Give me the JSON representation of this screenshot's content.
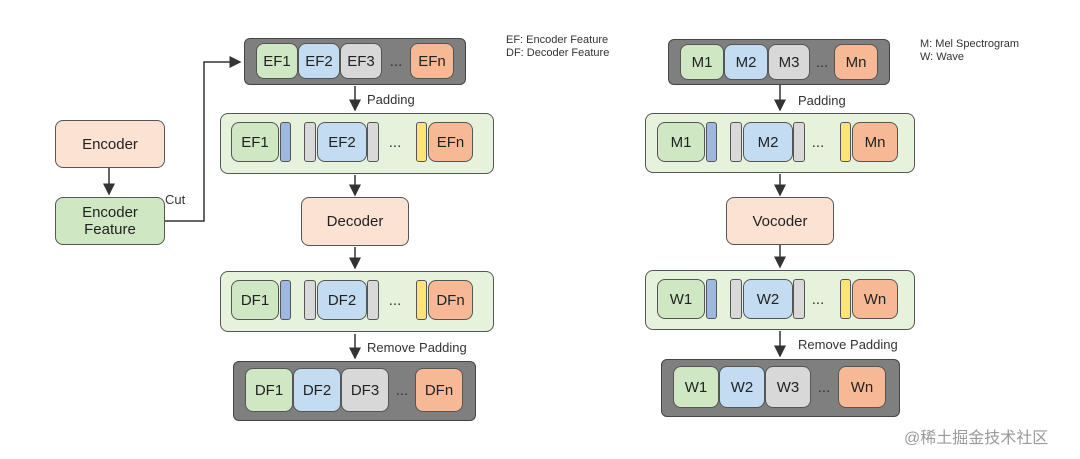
{
  "left": {
    "encoder": "Encoder",
    "encoder_feature": "Encoder\nFeature",
    "cut": "Cut",
    "ef_row": [
      "EF1",
      "EF2",
      "EF3",
      "...",
      "EFn"
    ],
    "padding_label": "Padding",
    "ef_padded": [
      "EF1",
      "EF2",
      "...",
      "EFn"
    ],
    "decoder": "Decoder",
    "df_padded": [
      "DF1",
      "DF2",
      "...",
      "DFn"
    ],
    "remove_padding_label": "Remove Padding",
    "df_row": [
      "DF1",
      "DF2",
      "DF3",
      "...",
      "DFn"
    ],
    "legend": [
      "EF:  Encoder Feature",
      "DF: Decoder Feature"
    ]
  },
  "right": {
    "m_row": [
      "M1",
      "M2",
      "M3",
      "...",
      "Mn"
    ],
    "padding_label": "Padding",
    "m_padded": [
      "M1",
      "M2",
      "...",
      "Mn"
    ],
    "vocoder": "Vocoder",
    "w_padded": [
      "W1",
      "W2",
      "...",
      "Wn"
    ],
    "remove_padding_label": "Remove Padding",
    "w_row": [
      "W1",
      "W2",
      "W3",
      "...",
      "Wn"
    ],
    "legend": [
      "M: Mel Spectrogram",
      "W: Wave"
    ]
  },
  "watermark": "@稀土掘金技术社区"
}
